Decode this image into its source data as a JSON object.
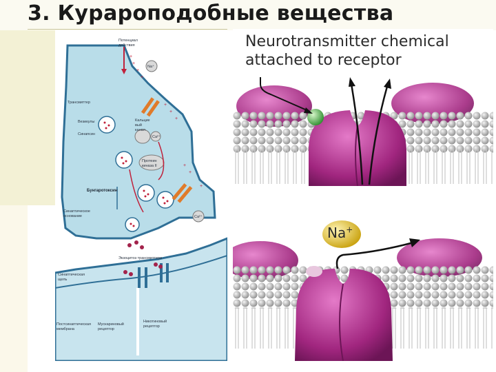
{
  "slide": {
    "title": "3. Курароподобные вещества"
  },
  "synapse_diagram": {
    "labels": {
      "action_potential": [
        "Потенциал",
        "действия"
      ],
      "transmitter": "Трансмиттер",
      "vesicles": "Везикулы",
      "synapsin": "Синапсин",
      "calcium_channel": [
        "Кальцие",
        "вый",
        "канал"
      ],
      "protein_kinase": [
        "Протеин",
        "киназа II"
      ],
      "bungarotoxin": "Бунгаротоксин",
      "synaptic_base": [
        "Синаптическое",
        "основание"
      ],
      "released_transmitter": "Экзоцитоз трансмиттера",
      "synaptic_cleft": [
        "Синаптическая",
        "щель"
      ],
      "postsynaptic_membrane": [
        "Постсинаптическая",
        "мембрана"
      ],
      "muscarinic_receptor": [
        "Мускариновый",
        "рецептор"
      ],
      "nicotinic_receptor": [
        "Никотиновый",
        "рецептор"
      ]
    },
    "ions": {
      "na": "Na⁺",
      "ca": "Ca²⁺",
      "ca2": "Ca²⁺"
    }
  },
  "receptor_panel_top": {
    "caption_line1": "Neurotransmitter chemical",
    "caption_line2": "attached to receptor"
  },
  "receptor_panel_bottom": {
    "ion_label": "Na",
    "ion_charge": "+"
  },
  "colors": {
    "cytoplasm": "#b9dde9",
    "membrane": "#2f6f96",
    "receptor": "#a1267f",
    "ligand": "#4fb84a",
    "sodium": "#e7c62e",
    "lipid_head": "#bdbdbd"
  }
}
